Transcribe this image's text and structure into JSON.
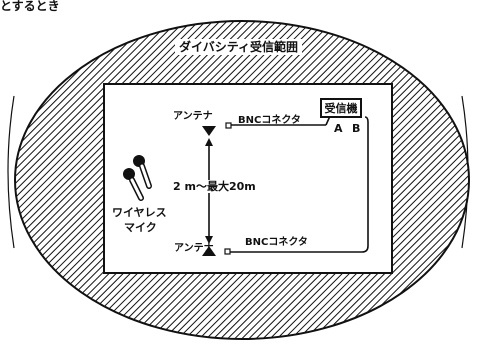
{
  "page": {
    "top_fragment": "とするとき",
    "region_title": "ダイバシティ受信範囲",
    "receiver": "受信機",
    "port_a": "A",
    "port_b": "B",
    "antenna_top": "アンテナ",
    "antenna_bottom": "アンテナ",
    "connector_top": "BNCコネクタ",
    "connector_bottom": "BNCコネクタ",
    "distance": "2 m～最大20m",
    "mic_line1": "ワイヤレス",
    "mic_line2": "マイク"
  },
  "colors": {
    "ink": "#111111",
    "paper": "#ffffff"
  },
  "icons": [
    "antenna-triangle-icon",
    "wireless-microphone-icon"
  ]
}
